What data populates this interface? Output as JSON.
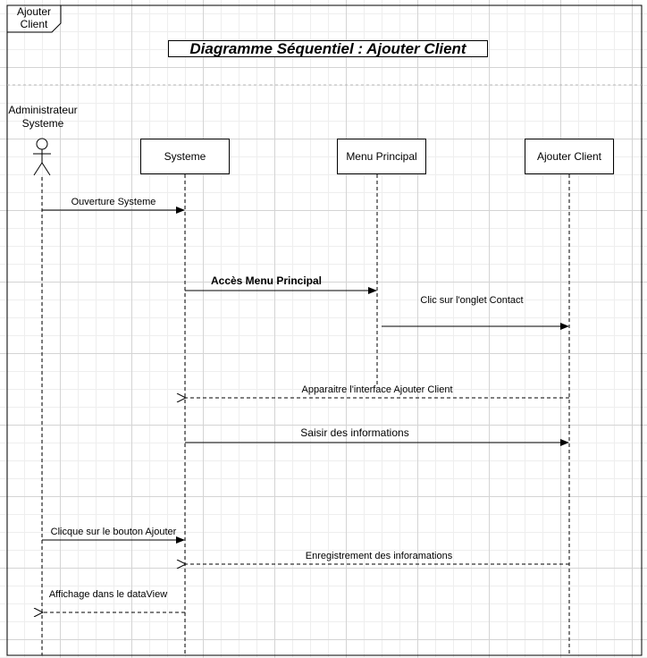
{
  "frame": {
    "label_line1": "Ajouter",
    "label_line2": "Client"
  },
  "title": "Diagramme Séquentiel : Ajouter Client",
  "actor": {
    "line1": "Administrateur",
    "line2": "Systeme"
  },
  "lifelines": [
    "Systeme",
    "Menu Principal",
    "Ajouter Client"
  ],
  "messages": [
    {
      "label": "Ouverture Systeme",
      "from": "Administrateur",
      "to": "Systeme",
      "kind": "sync"
    },
    {
      "label": "Accès Menu Principal",
      "from": "Systeme",
      "to": "Menu Principal",
      "kind": "sync",
      "emphasis": "bold"
    },
    {
      "label": "Clic sur l'onglet Contact",
      "from": "Menu Principal",
      "to": "Ajouter Client",
      "kind": "sync"
    },
    {
      "label": "Apparaitre l'interface Ajouter Client",
      "from": "Ajouter Client",
      "to": "Systeme",
      "kind": "return"
    },
    {
      "label": "Saisir des informations",
      "from": "Systeme",
      "to": "Ajouter Client",
      "kind": "sync"
    },
    {
      "label": "Clicque sur le bouton Ajouter",
      "from": "Administrateur",
      "to": "Systeme",
      "kind": "sync"
    },
    {
      "label": "Enregistrement des inforamations",
      "from": "Ajouter Client",
      "to": "Systeme",
      "kind": "return"
    },
    {
      "label": "Affichage dans le dataView",
      "from": "Systeme",
      "to": "Administrateur",
      "kind": "return"
    }
  ]
}
